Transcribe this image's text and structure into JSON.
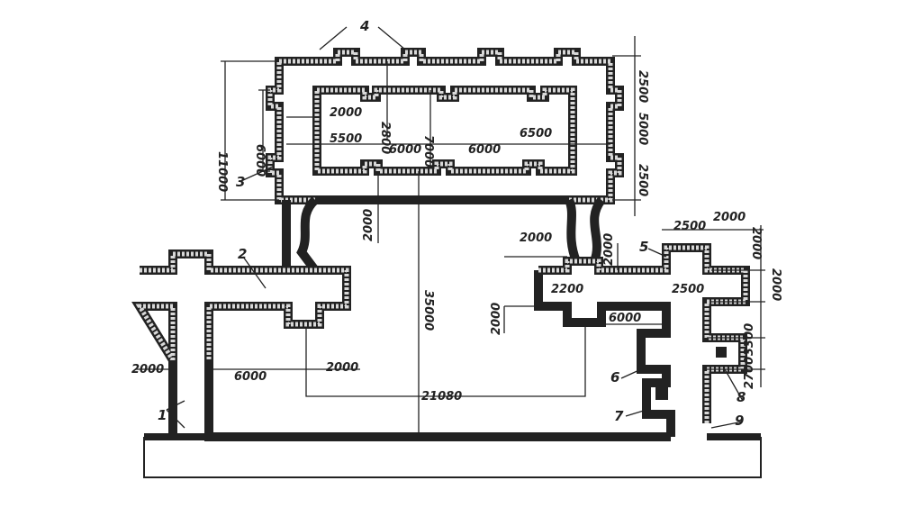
{
  "drawing": {
    "callouts": [
      "1",
      "2",
      "3",
      "4",
      "5",
      "6",
      "7",
      "8",
      "9"
    ],
    "dimensions": {
      "top_right_2500": "2500",
      "top_left_11000": "11000",
      "inner_left_6000": "6000",
      "inner_2000": "2000",
      "inner_2800": "2800",
      "inner_7000": "7000",
      "inner_5500": "5500",
      "inner_6000_a": "6000",
      "inner_6000_b": "6000",
      "inner_6500": "6500",
      "right_5000": "5000",
      "right_2500_low": "2500",
      "below_2000": "2000",
      "right_cross_2000_h": "2000",
      "right_cross_2000_v": "2000",
      "right_2500_top": "2500",
      "right_2000_top": "2000",
      "right_2000_v1": "2000",
      "right_2000_v2": "2000",
      "right_2200": "2200",
      "right_2500_mid": "2500",
      "right_6000": "6000",
      "right_2000_left": "2000",
      "center_35000": "35000",
      "right_3300": "3300",
      "right_2700": "2700",
      "left_2000": "2000",
      "left_6000": "6000",
      "left_2000_b": "2000",
      "span_21080": "21080"
    }
  }
}
